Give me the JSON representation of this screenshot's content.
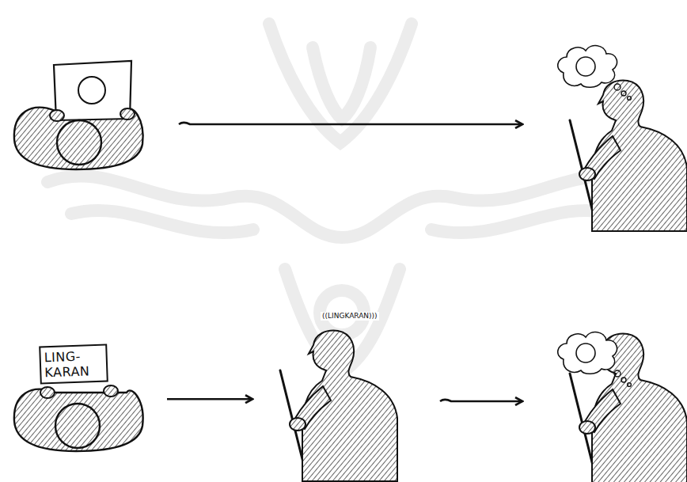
{
  "diagram": {
    "nodes": [
      {
        "text": [
          "LING- KARAN"
        ]
      },
      {
        "text": [
          "((LINGKARAN)))"
        ]
      }
    ],
    "edges": [
      {
        "from": 0,
        "to": 1,
        "arrow": "to"
      }
    ]
  }
}
